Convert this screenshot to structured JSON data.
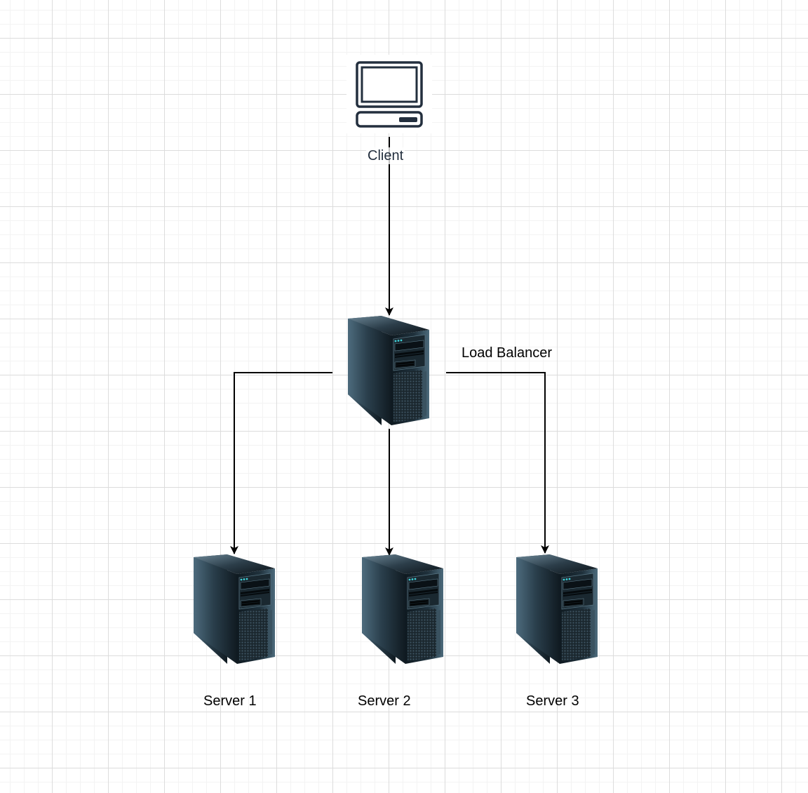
{
  "diagram": {
    "title": "Load balancer architecture",
    "nodes": [
      {
        "id": "client",
        "label": "Client",
        "icon": "desktop-computer-icon"
      },
      {
        "id": "load-balancer",
        "label": "Load Balancer",
        "icon": "server-tower-icon"
      },
      {
        "id": "server-1",
        "label": "Server 1",
        "icon": "server-tower-icon"
      },
      {
        "id": "server-2",
        "label": "Server 2",
        "icon": "server-tower-icon"
      },
      {
        "id": "server-3",
        "label": "Server 3",
        "icon": "server-tower-icon"
      }
    ],
    "edges": [
      {
        "from": "client",
        "to": "load-balancer",
        "arrow": "block"
      },
      {
        "from": "load-balancer",
        "to": "server-1",
        "arrow": "block"
      },
      {
        "from": "load-balancer",
        "to": "server-2",
        "arrow": "block"
      },
      {
        "from": "load-balancer",
        "to": "server-3",
        "arrow": "block"
      }
    ],
    "colors": {
      "client_icon": "#232f3e",
      "edge": "#000000",
      "grid_major": "#dcdcdc",
      "grid_minor": "#f3f3f3"
    }
  }
}
